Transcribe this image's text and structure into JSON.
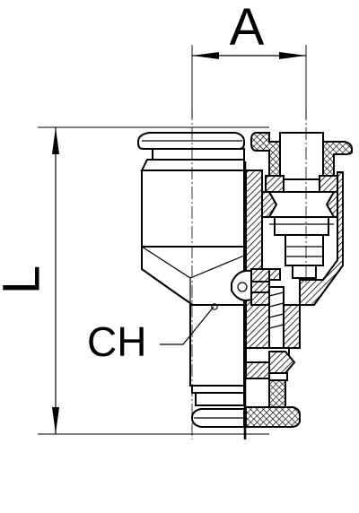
{
  "labels": {
    "dimension_a": "A",
    "dimension_l": "L",
    "hex_ch": "CH"
  },
  "colors": {
    "line": "#000000",
    "background": "#ffffff"
  }
}
